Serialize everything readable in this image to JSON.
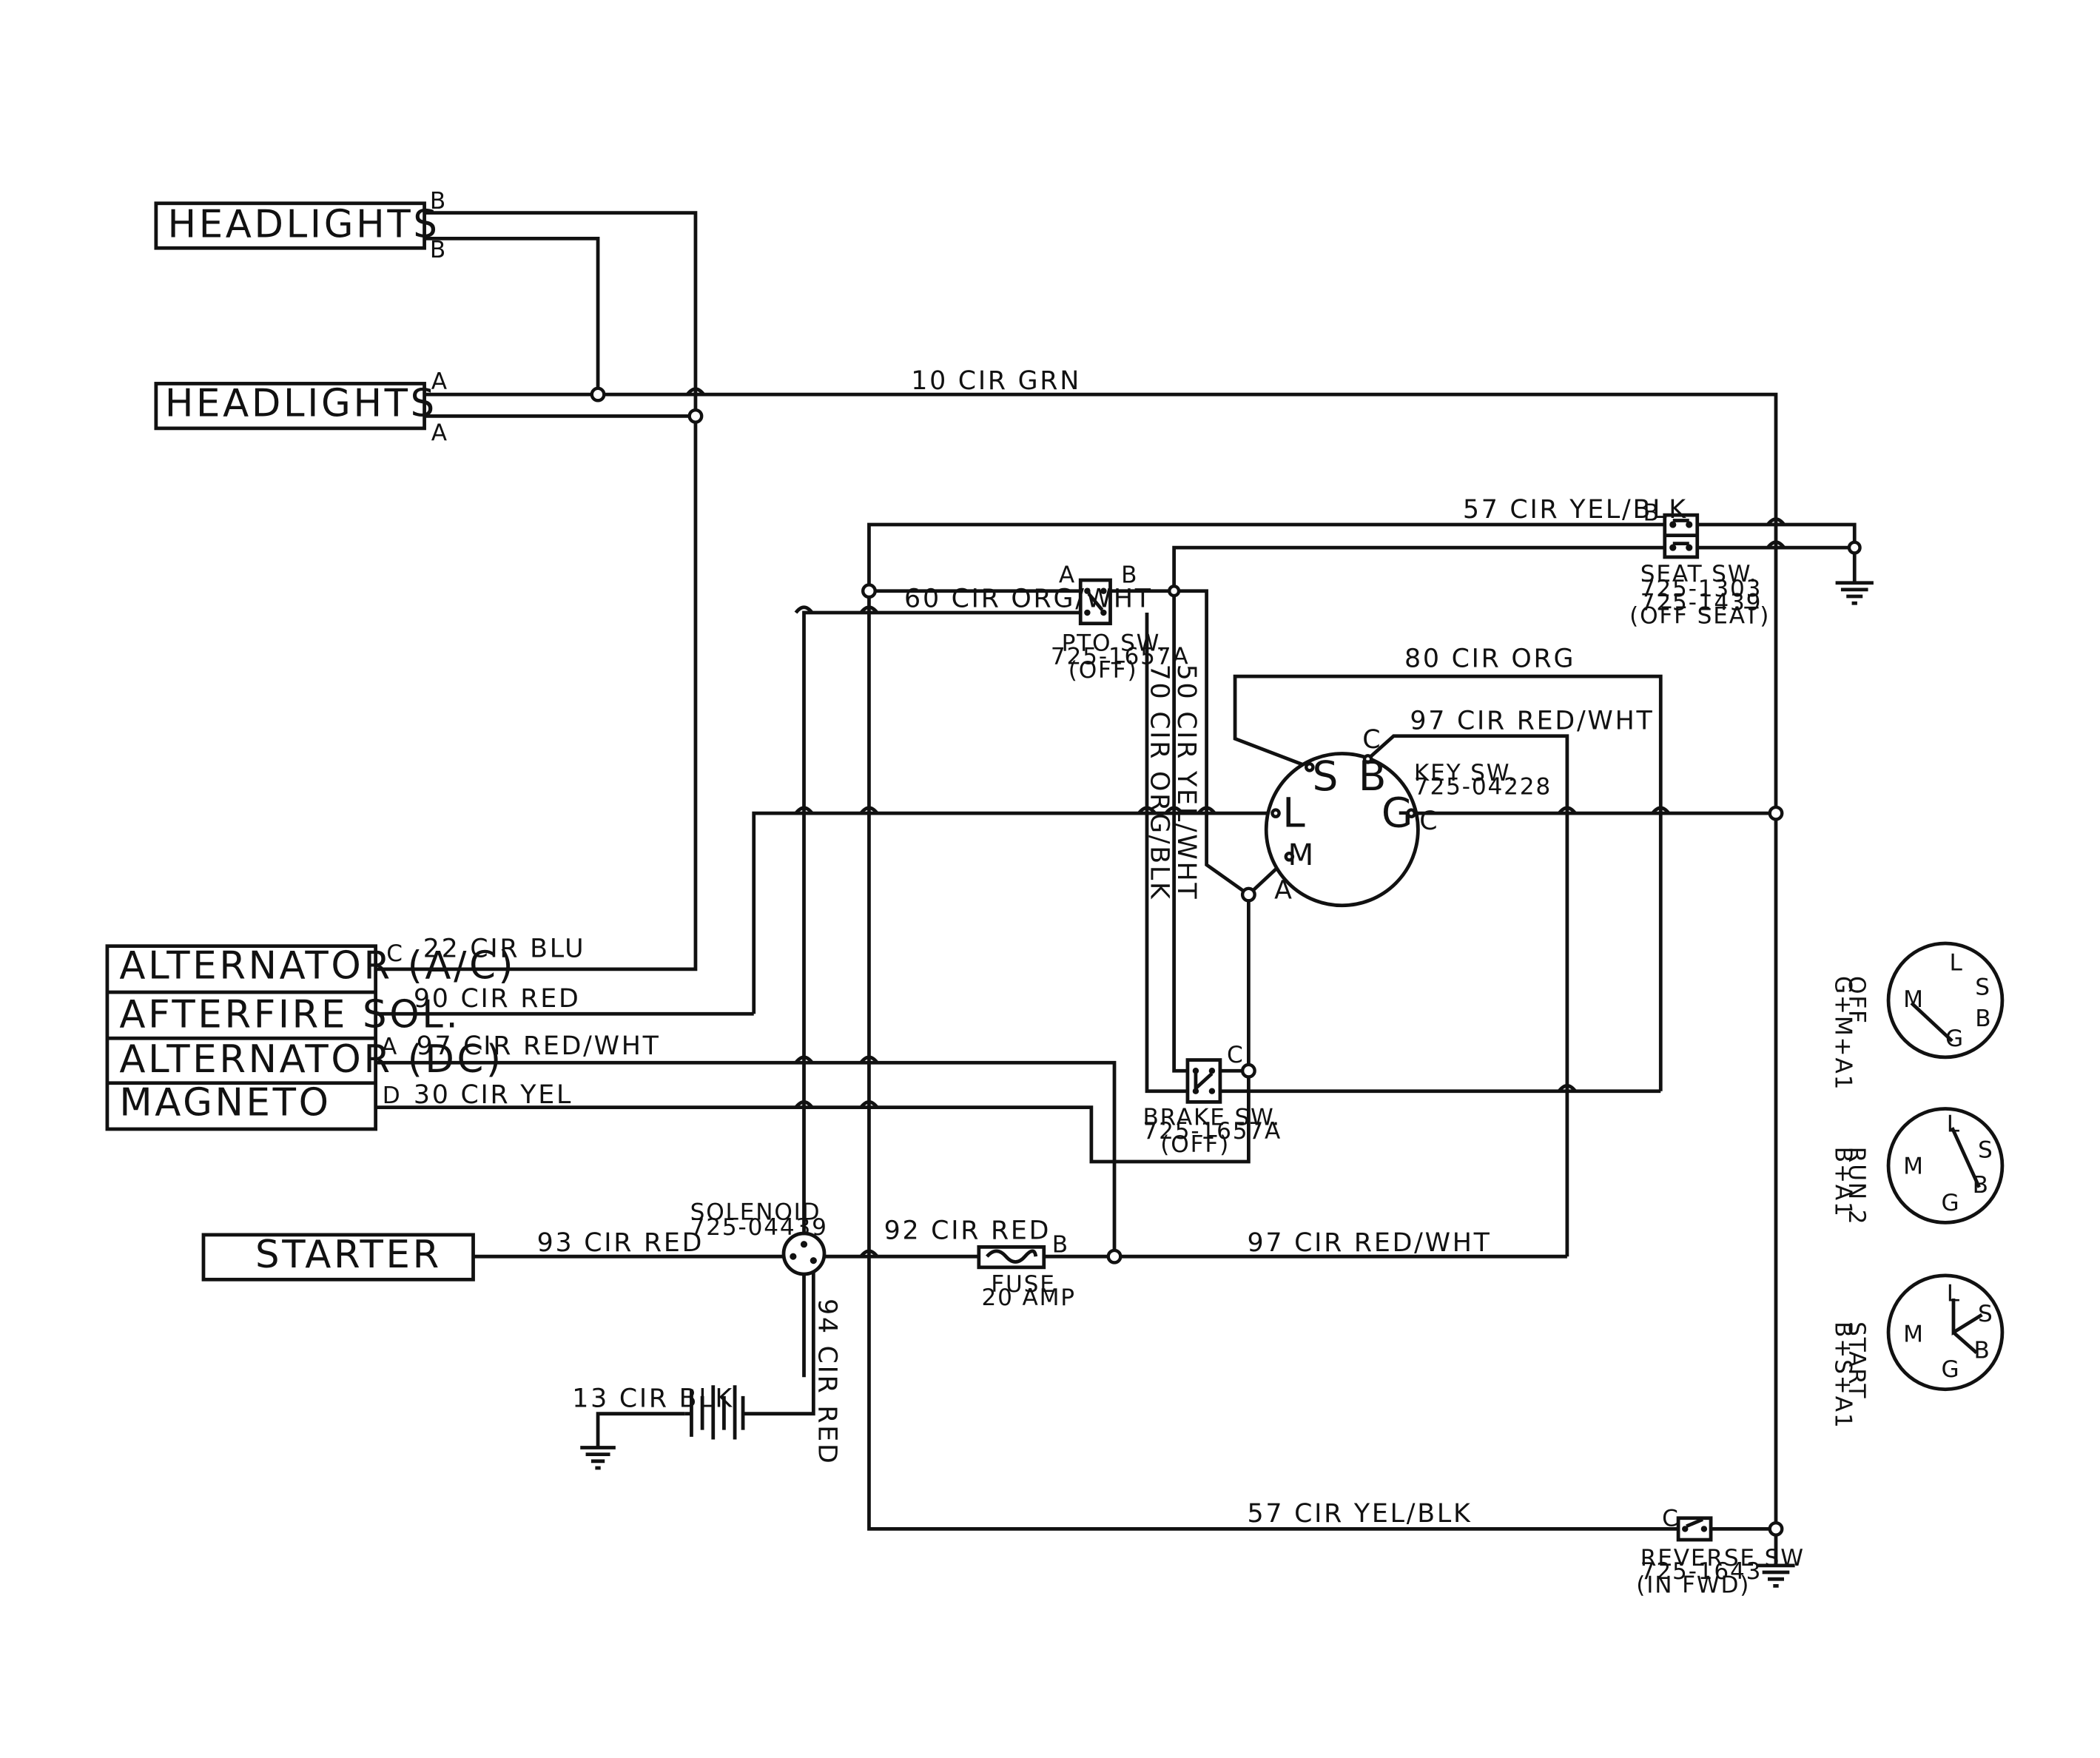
{
  "components": {
    "headlights_1": "HEADLIGHTS",
    "headlights_2": "HEADLIGHTS",
    "alternator_ac": "ALTERNATOR (A/C)",
    "afterfire_sol": "AFTERFIRE SOL.",
    "alternator_dc": "ALTERNATOR (DC)",
    "magneto": "MAGNETO",
    "starter": "STARTER"
  },
  "wires": {
    "w10": "10 CIR GRN",
    "w57_top": "57 CIR YEL/BLK",
    "w60": "60 CIR ORG/WHT",
    "w70": "70 CIR ORG/BLK",
    "w50": "50 CIR YEL/WHT",
    "w80": "80 CIR ORG",
    "w97_key": "97 CIR RED/WHT",
    "w22": "22 CIR BLU",
    "w90": "90 CIR RED",
    "w97_alt": "97 CIR RED/WHT",
    "w30": "30 CIR YEL",
    "w93": "93 CIR RED",
    "w92": "92 CIR RED",
    "w97_fuse": "97 CIR RED/WHT",
    "w94": "94 CIR RED",
    "w13": "13 CIR BLK",
    "w57_bottom": "57 CIR YEL/BLK"
  },
  "terminals": {
    "b": "B",
    "a": "A",
    "c": "C",
    "d": "D",
    "key_s": "S",
    "key_b": "B",
    "key_l": "L",
    "key_g": "G",
    "key_m": "M",
    "key_c_top": "C",
    "key_c_right": "C",
    "key_a": "A",
    "g_small": "G",
    "m_small": "M",
    "l_small": "L",
    "s_small": "S",
    "b_small": "B"
  },
  "parts": {
    "seat_sw": [
      "SEAT SW.",
      "725-1303",
      "725-1439",
      "(OFF SEAT)"
    ],
    "pto_sw": [
      "PTO SW.",
      "725-1657A",
      "(OFF)"
    ],
    "key_sw": [
      "KEY SW.",
      "725-04228"
    ],
    "brake_sw": [
      "BRAKE SW.",
      "725-1657A",
      "(OFF)"
    ],
    "solenoid": [
      "SOLENOID",
      "725-04439"
    ],
    "fuse": [
      "FUSE",
      "20 AMP"
    ],
    "reverse_sw": [
      "REVERSE SW",
      "725-1643",
      "(IN FWD)"
    ]
  },
  "key_positions": {
    "off": [
      "OFF",
      "G+M+A1"
    ],
    "run": [
      "RUN 2",
      "B+A1"
    ],
    "start": [
      "START",
      "B+S+A1"
    ]
  }
}
